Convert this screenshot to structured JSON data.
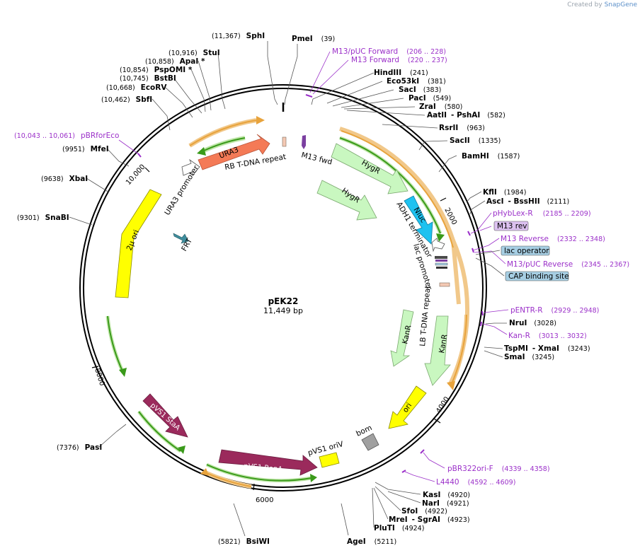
{
  "credit": {
    "prefix": "Created by",
    "brand": "SnapGene"
  },
  "plasmid": {
    "name": "pEK22",
    "length_label": "11,449 bp"
  },
  "ticks": [
    "2000",
    "4000",
    "6000",
    "8000",
    "10,000"
  ],
  "sites": [
    {
      "name": "PmeI",
      "pos": "(39)"
    },
    {
      "name": "HindIII",
      "pos": "(241)"
    },
    {
      "name": "Eco53kI",
      "pos": "(381)"
    },
    {
      "name": "SacI",
      "pos": "(383)"
    },
    {
      "name": "PacI",
      "pos": "(549)"
    },
    {
      "name": "ZraI",
      "pos": "(580)"
    },
    {
      "name": "AatII",
      "name2": "PshAI",
      "pos": "(582)"
    },
    {
      "name": "RsrII",
      "pos": "(963)"
    },
    {
      "name": "SacII",
      "pos": "(1335)"
    },
    {
      "name": "BamHI",
      "pos": "(1587)"
    },
    {
      "name": "KflI",
      "pos": "(1984)"
    },
    {
      "name": "AscI",
      "name2": "BssHII",
      "pos": "(2111)"
    },
    {
      "name": "NruI",
      "pos": "(3028)"
    },
    {
      "name": "TspMI",
      "name2": "XmaI",
      "pos": "(3243)"
    },
    {
      "name": "SmaI",
      "pos": "(3245)"
    },
    {
      "name": "KasI",
      "pos": "(4920)"
    },
    {
      "name": "NarI",
      "pos": "(4921)"
    },
    {
      "name": "SfoI",
      "pos": "(4922)"
    },
    {
      "name": "MreI",
      "name2": "SgrAI",
      "pos": "(4923)"
    },
    {
      "name": "PluTI",
      "pos": "(4924)"
    },
    {
      "name": "AgeI",
      "pos": "(5211)"
    },
    {
      "name": "BsiWI",
      "pos": "(5821)"
    },
    {
      "name": "PasI",
      "pos": "(7376)"
    },
    {
      "name": "SnaBI",
      "pos": "(9301)"
    },
    {
      "name": "XbaI",
      "pos": "(9638)"
    },
    {
      "name": "MfeI",
      "pos": "(9951)"
    },
    {
      "name": "SbfI",
      "pos": "(10,462)"
    },
    {
      "name": "EcoRV",
      "pos": "(10,668)"
    },
    {
      "name": "BstBI",
      "pos": "(10,745)"
    },
    {
      "name": "PspOMI *",
      "pos": "(10,854)"
    },
    {
      "name": "ApaI *",
      "pos": "(10,858)"
    },
    {
      "name": "StuI",
      "pos": "(10,916)"
    },
    {
      "name": "SphI",
      "pos": "(11,367)"
    }
  ],
  "primers": [
    {
      "name": "M13/pUC Forward",
      "pos": "(206 .. 228)"
    },
    {
      "name": "M13 Forward",
      "pos": "(220 .. 237)"
    },
    {
      "name": "pHybLex-R",
      "pos": "(2185 .. 2209)"
    },
    {
      "name": "M13 Reverse",
      "pos": "(2332 .. 2348)"
    },
    {
      "name": "M13/pUC Reverse",
      "pos": "(2345 .. 2367)"
    },
    {
      "name": "pENTR-R",
      "pos": "(2929 .. 2948)"
    },
    {
      "name": "Kan-R",
      "pos": "(3013 .. 3032)"
    },
    {
      "name": "pBR322ori-F",
      "pos": "(4339 .. 4358)"
    },
    {
      "name": "L4440",
      "pos": "(4592 .. 4609)"
    },
    {
      "name": "pBRforEco",
      "pos": "(10,043 .. 10,061)"
    }
  ],
  "boxed": [
    "M13 rev",
    "lac operator",
    "CAP binding site"
  ],
  "features": {
    "ura3": "URA3",
    "ura3_promoter": "URA3 promoter",
    "rb_repeat": "RB T-DNA repeat",
    "m13fwd": "M13 fwd",
    "hygr1": "HygR",
    "hygr2": "HygR",
    "adh1": "ADH1 terminator",
    "nluc": "Nluc",
    "lac_promoter": "lac promoter",
    "lb_repeat": "LB T-DNA repeat",
    "kanr1": "KanR",
    "kanr2": "KanR",
    "ori": "ori",
    "bom": "bom",
    "pvs1_ori": "pVS1 oriV",
    "repa": "pVS1 RepA",
    "sta": "pVS1 StaA",
    "twomu": "2µ ori",
    "frt": "FRT"
  },
  "colors": {
    "backbone": "#000000",
    "orange_orf": "#e8a33c",
    "green_orf": "#3a9a1a",
    "resistance": "#c9f7c0",
    "ura3": "#f47a56",
    "nluc": "#1ec2f0",
    "origin": "#ffff00",
    "pvs1": "#9b2a5c",
    "primer": "#9b30c9",
    "bom": "#a0a0a0",
    "lacop": "#a6cee3"
  }
}
